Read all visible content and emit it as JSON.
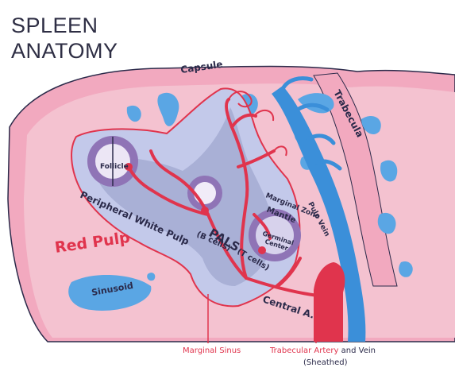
{
  "title": {
    "line1": "SPLEEN",
    "line2": "ANATOMY"
  },
  "labels": {
    "capsule": "Capsule",
    "trabecula": "Trabecula",
    "follicle": "Follicle",
    "peripheral_white_pulp": "Peripheral White Pulp",
    "b_cells": "(B cells)",
    "pals": "PALS",
    "t_cells": "(T cells)",
    "marginal_zone_line1": "Marginal Zone",
    "mantle": "Mantle",
    "germinal_line1": "Germinal",
    "germinal_line2": "Center",
    "pulp_vein": "Pulp Vein",
    "red_pulp": "Red Pulp",
    "sinusoid": "Sinusoid",
    "central_a": "Central A.",
    "marginal_sinus": "Marginal Sinus",
    "trabecular_artery": "Trabecular Artery",
    "and_vein": " and Vein",
    "sheathed": "(Sheathed)"
  },
  "colors": {
    "capsule": "#f2a9bf",
    "red_pulp": "#f4c2d0",
    "white_pulp": "#c3c9ea",
    "pals_inner": "#a9b0d6",
    "marginal_zone": "#9aa1cf",
    "artery": "#e0344d",
    "vein": "#3b8fd9",
    "sinusoid": "#5aa6e4",
    "follicle_ring": "#8f74b6",
    "outline": "#2b2a4a"
  }
}
